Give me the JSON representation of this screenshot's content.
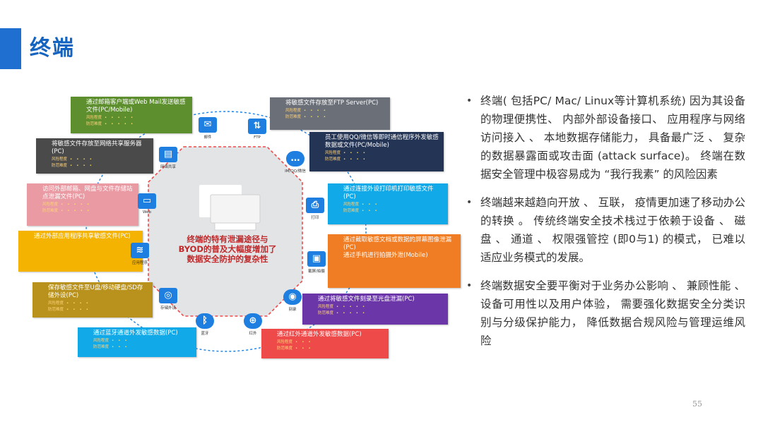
{
  "page": {
    "title": "终端",
    "page_number": "55"
  },
  "diagram": {
    "center_text": "终端的特有泄漏途径与BYOD的普及大幅度增加了数据安全防护的复杂性",
    "boxes": [
      {
        "id": "b1",
        "title": "通过邮箱客户端或Web Mail发送敏感文件(PC/Mobile)",
        "sub1": "风险程度",
        "sub2": "防范难度",
        "color": "#5d8f2f"
      },
      {
        "id": "b2",
        "title": "将敏感文件存放至FTP Server(PC)",
        "sub1": "风险程度",
        "sub2": "防范难度",
        "color": "#6b6f78"
      },
      {
        "id": "b3",
        "title": "将敏感文件存放至网络共享服务器(PC)",
        "sub1": "风险程度",
        "sub2": "防范难度",
        "color": "#4a4a4a"
      },
      {
        "id": "b4",
        "title": "员工使用QQ/微信等即时通信程序外发敏感数据或文件(PC/Mobile)",
        "sub1": "风险程度",
        "sub2": "防范难度",
        "color": "#243454"
      },
      {
        "id": "b5",
        "title": "访问外部邮箱、网盘与文件存储站点泄漏文件(PC)",
        "sub1": "风险程度",
        "sub2": "防范难度",
        "color": "#e99aa3"
      },
      {
        "id": "b6",
        "title": "通过连接外设打印机打印敏感文件(PC)",
        "sub1": "风险程度",
        "sub2": "防范难度",
        "color": "#12a9e8"
      },
      {
        "id": "b7",
        "title": "通过外部应用程序共享敏感文件(PC)",
        "sub1": "",
        "sub2": "",
        "color": "#f4b300"
      },
      {
        "id": "b8",
        "title": "通过截取敏感文档或数据的屏幕图像泄漏(PC)",
        "title2": "通过手机进行拍摄外泄(Mobile)",
        "sub1": "",
        "sub2": "",
        "color": "#f07c24"
      },
      {
        "id": "b9",
        "title": "保存敏感文件至U盘/移动硬盘/SD存储外设(PC)",
        "sub1": "风险程度",
        "sub2": "防范难度",
        "color": "#b8921c"
      },
      {
        "id": "b10",
        "title": "通过将敏感文件刻录至光盘泄漏(PC)",
        "sub1": "风险程度",
        "sub2": "防范难度",
        "color": "#6b36a8"
      },
      {
        "id": "b11",
        "title": "通过蓝牙通道外发敏感数据(PC)",
        "sub1": "风险程度",
        "sub2": "防范难度",
        "color": "#12a9e8"
      },
      {
        "id": "b12",
        "title": "通过红外通道外发敏感数据(PC)",
        "sub1": "风险程度",
        "sub2": "防范难度",
        "color": "#ef4a4a"
      }
    ],
    "icons": [
      {
        "id": "i1",
        "label": "邮件",
        "glyph": "✉",
        "color": "#1e7fe0"
      },
      {
        "id": "i2",
        "label": "FTP",
        "glyph": "⇅",
        "color": "#1e7fe0"
      },
      {
        "id": "i3",
        "label": "网络共享",
        "glyph": "▤",
        "color": "#1e7fe0"
      },
      {
        "id": "i4",
        "label": "IM/QQ/微信",
        "glyph": "…",
        "color": "#1e7fe0"
      },
      {
        "id": "i5",
        "label": "Web",
        "glyph": "▭",
        "color": "#1e7fe0"
      },
      {
        "id": "i6",
        "label": "打印",
        "glyph": "⎙",
        "color": "#1e7fe0"
      },
      {
        "id": "i7",
        "label": "应用程序",
        "glyph": "≋",
        "color": "#1e7fe0"
      },
      {
        "id": "i8",
        "label": "截屏/拍摄",
        "glyph": "▣",
        "color": "#1e7fe0"
      },
      {
        "id": "i9",
        "label": "存储外设",
        "glyph": "◎",
        "color": "#1e7fe0"
      },
      {
        "id": "i10",
        "label": "刻录",
        "glyph": "◉",
        "color": "#1e7fe0"
      },
      {
        "id": "i11",
        "label": "蓝牙",
        "glyph": "ᛒ",
        "color": "#1e7fe0"
      },
      {
        "id": "i12",
        "label": "红外",
        "glyph": "⊕",
        "color": "#1e7fe0"
      }
    ]
  },
  "bullets": [
    "终端( 包括PC/ Mac/ Linux等计算机系统)  因为其设备的物理便携性、 内部外部设备接口、 应用程序与网络访问接入 、 本地数据存储能力， 具备最广泛 、 复杂的数据暴露面或攻击面  (attack surface)。 终端在数据安全管理中极容易成为 “我行我素” 的风险因素",
    "终端越来越趋向开放 、 互联， 疫情更加速了移动办公的转换 。 传统终端安全技术栈过于依赖于设备 、 磁盘 、 通道 、 权限强管控 (即0与1)  的模式， 已难以适应业务模式的发展。",
    "终端数据安全要平衡对于业务办公影响 、 兼顾性能 、 设备可用性以及用户体验， 需要强化数据安全分类识别与分级保护能力， 降低数据合规风险与管理运维风险"
  ]
}
